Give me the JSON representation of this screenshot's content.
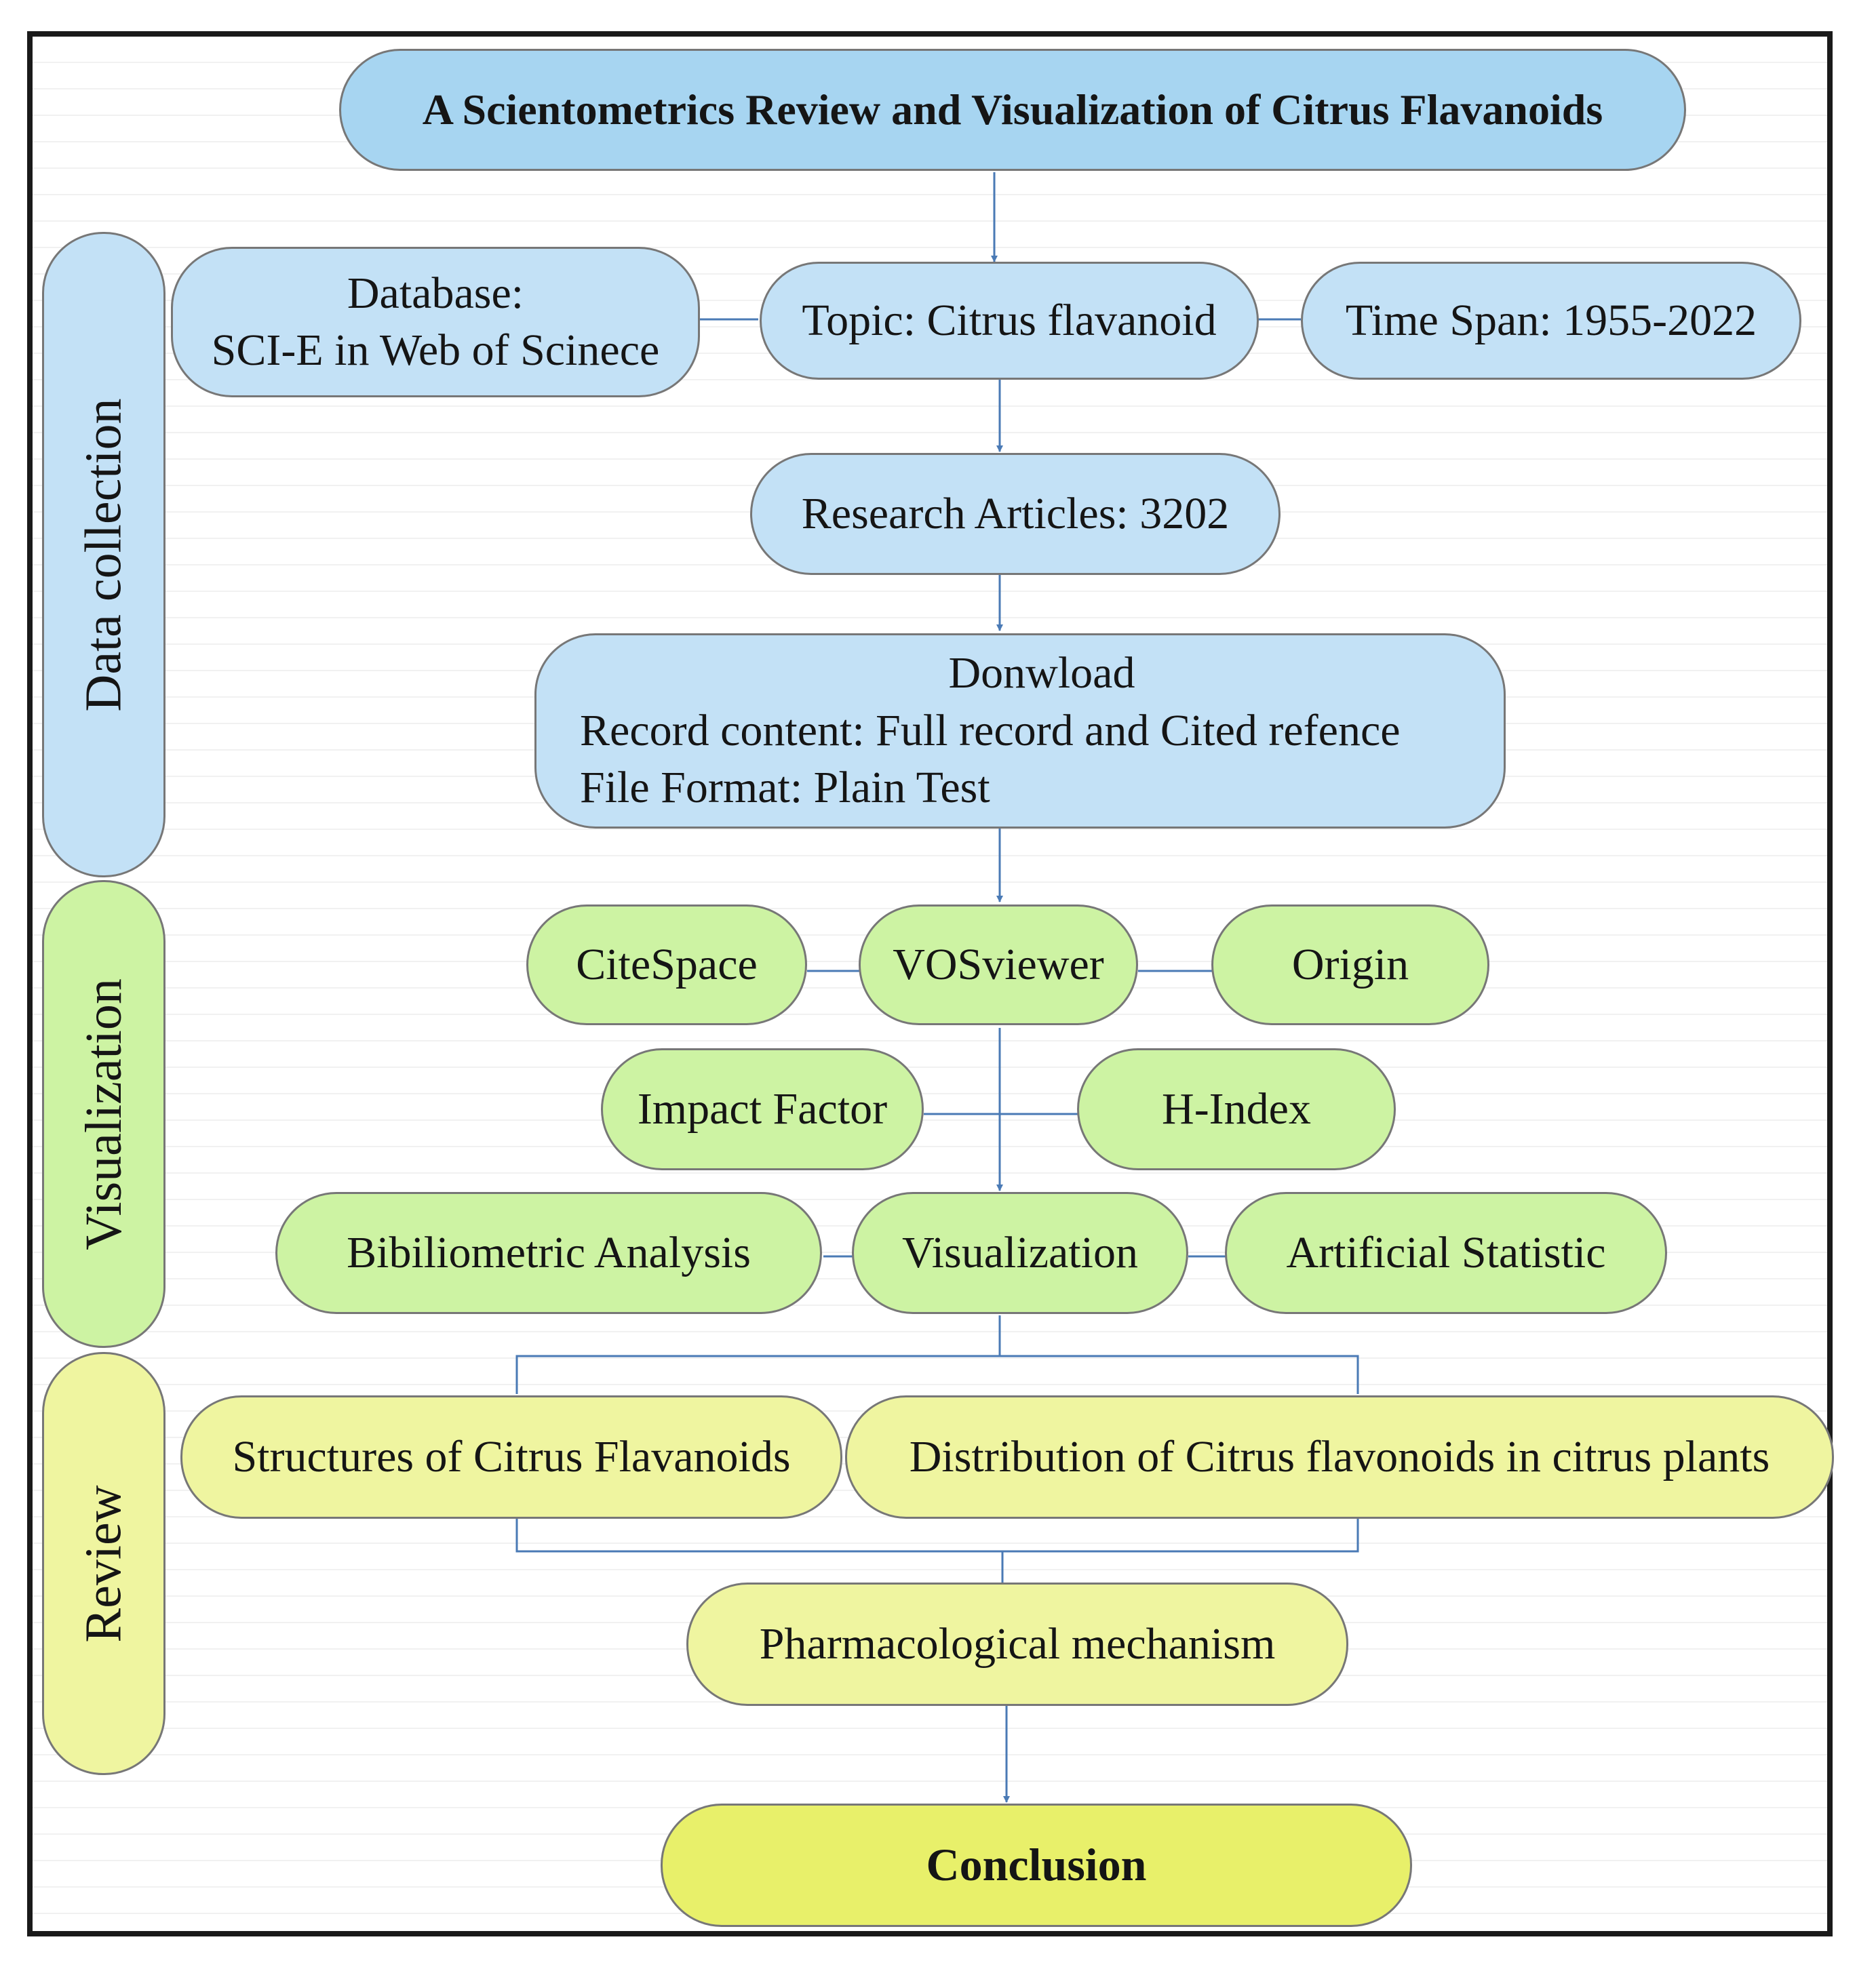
{
  "title": "A Scientometrics Review and Visualization of Citrus Flavanoids",
  "sections": {
    "data_collection": "Data collection",
    "visualization": "Visualization",
    "review": "Review"
  },
  "data_collection": {
    "database_line1": "Database:",
    "database_line2": "SCI-E in Web of Scinece",
    "topic": "Topic: Citrus flavanoid",
    "time_span": "Time Span: 1955-2022",
    "research_articles": "Research Articles: 3202",
    "download_title": "Donwload",
    "download_line1": "Record content: Full record and Cited refence",
    "download_line2": "File Format: Plain Test"
  },
  "visualization": {
    "citespace": "CiteSpace",
    "vosviewer": "VOSviewer",
    "origin": "Origin",
    "impact_factor": "Impact Factor",
    "h_index": "H-Index",
    "bibliometric": "Bibiliometric Analysis",
    "visualization_node": "Visualization",
    "artificial_statistic": "Artificial Statistic"
  },
  "review": {
    "structures": "Structures of Citrus Flavanoids",
    "distribution": "Distribution of Citrus flavonoids in citrus plants",
    "pharmacological": "Pharmacological mechanism"
  },
  "conclusion": "Conclusion",
  "colors": {
    "blue": "#c3e1f6",
    "blue_dark": "#a7d5f1",
    "green": "#cdf3a3",
    "yellow": "#eff5a0",
    "yellow_strong": "#e8f06a",
    "connector": "#4a7ab5"
  }
}
